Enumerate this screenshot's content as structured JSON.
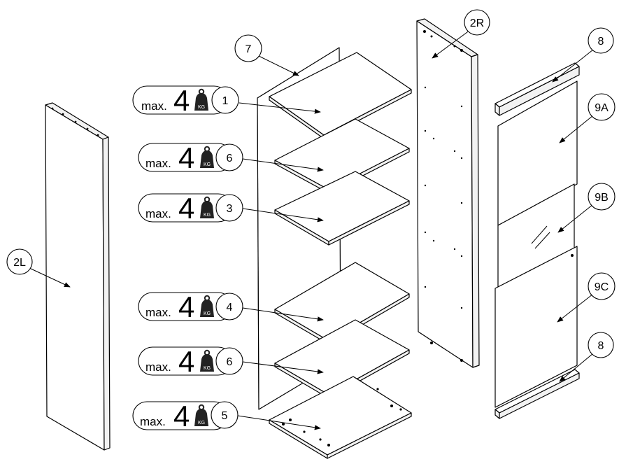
{
  "parts": {
    "left_side": "2L",
    "back": "7",
    "right_side": "2R",
    "rail_top": "8",
    "rail_bottom": "8",
    "door_top": "9A",
    "door_middle": "9B",
    "door_bottom": "9C"
  },
  "shelves": [
    {
      "max": "max.",
      "load": "4",
      "unit": "KG",
      "part": "1"
    },
    {
      "max": "max.",
      "load": "4",
      "unit": "KG",
      "part": "6"
    },
    {
      "max": "max.",
      "load": "4",
      "unit": "KG",
      "part": "3"
    },
    {
      "max": "max.",
      "load": "4",
      "unit": "KG",
      "part": "4"
    },
    {
      "max": "max.",
      "load": "4",
      "unit": "KG",
      "part": "6"
    },
    {
      "max": "max.",
      "load": "4",
      "unit": "KG",
      "part": "5"
    }
  ]
}
